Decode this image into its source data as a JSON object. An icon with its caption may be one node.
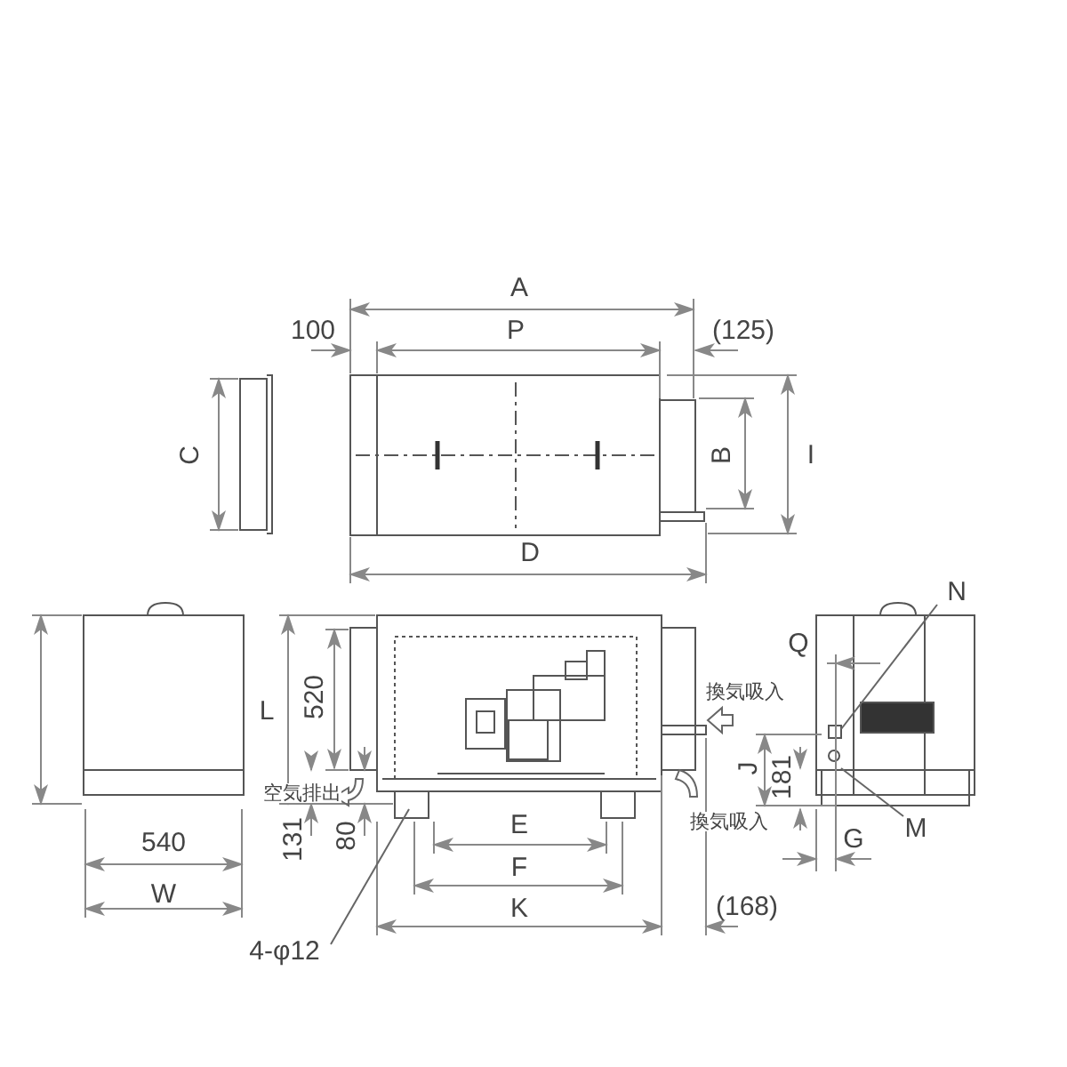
{
  "diagram": {
    "nodes": [
      {
        "text": [
          "4-φ12"
        ]
      },
      {
        "text": [
          "N"
        ]
      },
      {
        "text": [
          "M"
        ]
      }
    ],
    "edges": [
      {
        "from": 0,
        "to": null,
        "arrow": "none"
      },
      {
        "from": 1,
        "to": null,
        "arrow": "none"
      },
      {
        "from": 2,
        "to": null,
        "arrow": "none"
      }
    ],
    "labels": [
      "A",
      "100",
      "P",
      "(125)",
      "C",
      "B",
      "I",
      "D",
      "L",
      "520",
      "Q",
      "換気吸入",
      "J",
      "181",
      "空気排出",
      "換気吸入",
      "540",
      "131",
      "80",
      "E",
      "G",
      "W",
      "F",
      "K",
      "(168)"
    ]
  }
}
